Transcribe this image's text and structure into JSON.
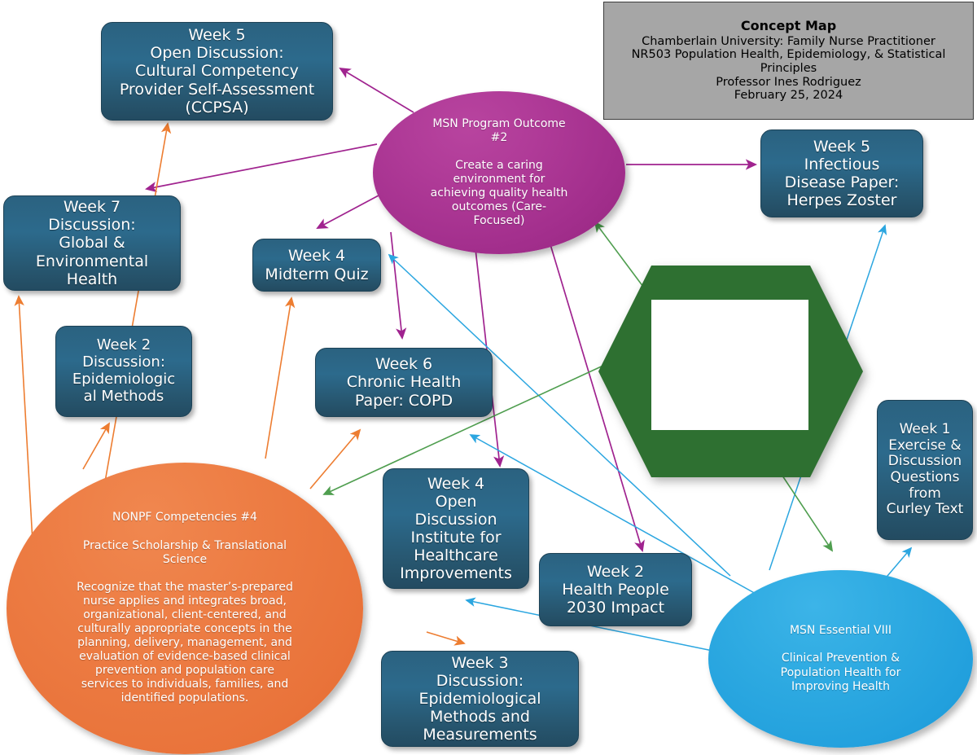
{
  "title_card": {
    "name": "concept-map-title-card",
    "heading": "Concept Map",
    "line1": "Chamberlain University: Family Nurse Practitioner",
    "line2": "NR503 Population Health, Epidemiology, & Statistical",
    "line3": "Principles",
    "line4": "Professor Ines Rodriguez",
    "line5": "February 25, 2024",
    "bg_color": "#a6a6a6"
  },
  "palette": {
    "box_fill": "#2c6a8c",
    "purple": "#a22e8c",
    "orange": "#e9733a",
    "blue": "#22a0dd",
    "green": "#2e7031",
    "purple_edge": "#a0238f",
    "orange_edge": "#ed7d31",
    "blue_edge": "#2ba6e0",
    "green_edge": "#4f9e4f"
  },
  "ellipses": [
    {
      "id": "msn-program-outcome-2",
      "name": "msn-program-outcome-2-ellipse",
      "label": "MSN Program Outcome\n#2\n\nCreate a caring\nenvironment for\nachieving quality health\noutcomes (Care-\nFocused)",
      "color": "#a22e8c",
      "font_size": 14
    },
    {
      "id": "nonpf-competencies-4",
      "name": "nonpf-competencies-4-ellipse",
      "label": "NONPF Competencies #4\n\nPractice Scholarship & Translational\nScience\n\nRecognize that the master’s-prepared\nnurse applies and integrates broad,\norganizational, client-centered, and\nculturally appropriate concepts in the\nplanning, delivery, management, and\nevaluation of evidence-based clinical\nprevention and population care\nservices to individuals, families, and\nidentified populations.",
      "color": "#e9733a",
      "font_size": 14
    },
    {
      "id": "msn-essential-viii",
      "name": "msn-essential-viii-ellipse",
      "label": "MSN Essential VIII\n\nClinical Prevention &\nPopulation Health for\nImproving Health",
      "color": "#22a0dd",
      "font_size": 14
    }
  ],
  "hexagon": {
    "id": "center-hexagon",
    "name": "center-hexagon-shape",
    "label": "",
    "color": "#2e7031",
    "inner_color": "#ffffff"
  },
  "boxes": [
    {
      "id": "week5-open-discussion",
      "name": "week-5-open-discussion-box",
      "label": "Week 5\nOpen Discussion:\nCultural Competency\nProvider Self-Assessment\n(CCPSA)",
      "font_size": 19
    },
    {
      "id": "week7-discussion",
      "name": "week-7-discussion-box",
      "label": "Week 7\nDiscussion:\nGlobal &\nEnvironmental\nHealth",
      "font_size": 19
    },
    {
      "id": "week4-midterm-quiz",
      "name": "week-4-midterm-quiz-box",
      "label": "Week 4\nMidterm Quiz",
      "font_size": 19
    },
    {
      "id": "week2-epi-methods",
      "name": "week-2-discussion-epidemiological-methods-box",
      "label": "Week 2\nDiscussion:\nEpidemiologic\nal Methods",
      "font_size": 18
    },
    {
      "id": "week6-copd",
      "name": "week-6-chronic-health-paper-copd-box",
      "label": "Week 6\nChronic Health\nPaper: COPD",
      "font_size": 19
    },
    {
      "id": "week4-ihi",
      "name": "week-4-open-discussion-ihi-box",
      "label": "Week 4\nOpen\nDiscussion\nInstitute for\nHealthcare\nImprovements",
      "font_size": 19
    },
    {
      "id": "week2-hp2030",
      "name": "week-2-healthy-people-2030-box",
      "label": "Week 2\nHealth People\n2030 Impact",
      "font_size": 19
    },
    {
      "id": "week3-epi-methods",
      "name": "week-3-discussion-epidemiological-methods-box",
      "label": "Week 3\nDiscussion:\nEpidemiological\nMethods and\nMeasurements",
      "font_size": 19
    },
    {
      "id": "week5-herpes-zoster",
      "name": "week-5-infectious-disease-paper-box",
      "label": "Week 5\nInfectious\nDisease Paper:\nHerpes Zoster",
      "font_size": 19
    },
    {
      "id": "week1-curley",
      "name": "week-1-exercise-discussion-questions-box",
      "label": "Week 1\nExercise &\nDiscussion\nQuestions\nfrom\nCurley Text",
      "font_size": 17
    }
  ],
  "edges": [
    {
      "name": "edge-outcome2-to-week5-ccpsa",
      "from": "msn-program-outcome-2",
      "to": "week5-open-discussion",
      "color": "#a0238f"
    },
    {
      "name": "edge-outcome2-to-week7",
      "from": "msn-program-outcome-2",
      "to": "week7-discussion",
      "color": "#a0238f"
    },
    {
      "name": "edge-outcome2-to-week4-midterm",
      "from": "msn-program-outcome-2",
      "to": "week4-midterm-quiz",
      "color": "#a0238f"
    },
    {
      "name": "edge-outcome2-to-week6-copd",
      "from": "msn-program-outcome-2",
      "to": "week6-copd",
      "color": "#a0238f"
    },
    {
      "name": "edge-outcome2-to-week4-ihi",
      "from": "msn-program-outcome-2",
      "to": "week4-ihi",
      "color": "#a0238f"
    },
    {
      "name": "edge-outcome2-to-week2-hp2030",
      "from": "msn-program-outcome-2",
      "to": "week2-hp2030",
      "color": "#a0238f"
    },
    {
      "name": "edge-outcome2-to-week5-herpes",
      "from": "msn-program-outcome-2",
      "to": "week5-herpes-zoster",
      "color": "#a0238f"
    },
    {
      "name": "edge-nonpf-to-week5-ccpsa",
      "from": "nonpf-competencies-4",
      "to": "week5-open-discussion",
      "color": "#ed7d31"
    },
    {
      "name": "edge-nonpf-to-week7",
      "from": "nonpf-competencies-4",
      "to": "week7-discussion",
      "color": "#ed7d31"
    },
    {
      "name": "edge-nonpf-to-week2-epi",
      "from": "nonpf-competencies-4",
      "to": "week2-epi-methods",
      "color": "#ed7d31"
    },
    {
      "name": "edge-nonpf-to-week4-midterm",
      "from": "nonpf-competencies-4",
      "to": "week4-midterm-quiz",
      "color": "#ed7d31"
    },
    {
      "name": "edge-nonpf-to-week6-copd",
      "from": "nonpf-competencies-4",
      "to": "week6-copd",
      "color": "#ed7d31"
    },
    {
      "name": "edge-nonpf-to-week3-epi",
      "from": "nonpf-competencies-4",
      "to": "week3-epi-methods",
      "color": "#ed7d31"
    },
    {
      "name": "edge-essential8-to-week4-midterm",
      "from": "msn-essential-viii",
      "to": "week4-midterm-quiz",
      "color": "#2ba6e0"
    },
    {
      "name": "edge-essential8-to-week6-copd",
      "from": "msn-essential-viii",
      "to": "week6-copd",
      "color": "#2ba6e0"
    },
    {
      "name": "edge-essential8-to-week4-ihi",
      "from": "msn-essential-viii",
      "to": "week4-ihi",
      "color": "#2ba6e0"
    },
    {
      "name": "edge-essential8-to-week5-herpes",
      "from": "msn-essential-viii",
      "to": "week5-herpes-zoster",
      "color": "#2ba6e0"
    },
    {
      "name": "edge-essential8-to-week1-curley",
      "from": "msn-essential-viii",
      "to": "week1-curley",
      "color": "#2ba6e0"
    },
    {
      "name": "edge-hexagon-to-outcome2",
      "from": "center-hexagon",
      "to": "msn-program-outcome-2",
      "color": "#4f9e4f"
    },
    {
      "name": "edge-hexagon-to-nonpf",
      "from": "center-hexagon",
      "to": "nonpf-competencies-4",
      "color": "#4f9e4f"
    },
    {
      "name": "edge-hexagon-to-essential8",
      "from": "center-hexagon",
      "to": "msn-essential-viii",
      "color": "#4f9e4f"
    }
  ]
}
